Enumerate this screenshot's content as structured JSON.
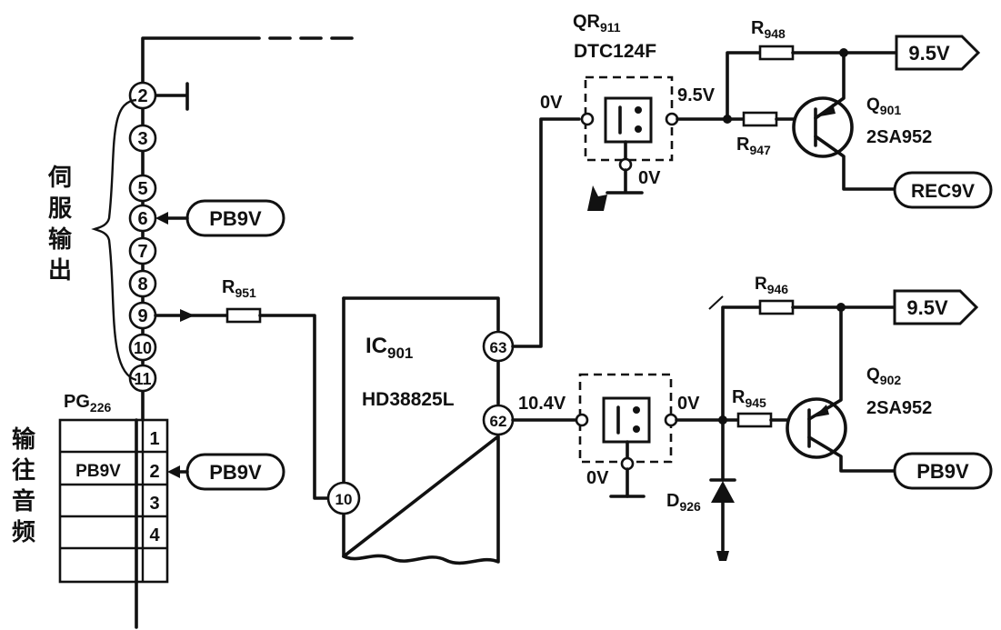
{
  "side_labels": {
    "servo_output": [
      "伺",
      "服",
      "输",
      "出"
    ],
    "audio_input": [
      "输",
      "往",
      "音",
      "频"
    ]
  },
  "connector": {
    "pins": [
      "2",
      "3",
      "5",
      "6",
      "7",
      "8",
      "9",
      "10",
      "11"
    ],
    "pg_name": "PG",
    "pg_sub": "226",
    "rows": [
      {
        "label": "",
        "num": "1"
      },
      {
        "label": "PB9V",
        "num": "2"
      },
      {
        "label": "",
        "num": "3"
      },
      {
        "label": "",
        "num": "4"
      }
    ]
  },
  "ic": {
    "name": "IC",
    "sub": "901",
    "part": "HD38825L",
    "pins": {
      "p63": "63",
      "p62": "62",
      "p10": "10"
    }
  },
  "flags": {
    "pb9v_pin6": "PB9V",
    "pb9v_pg": "PB9V",
    "v95_top": "9.5V",
    "rec9v": "REC9V",
    "v95_bottom": "9.5V",
    "pb9v_bottom": "PB9V"
  },
  "resistors": {
    "r951": {
      "name": "R",
      "sub": "951"
    },
    "r948_top": {
      "name": "R",
      "sub": "948"
    },
    "r947": {
      "name": "R",
      "sub": "947"
    },
    "r946": {
      "name": "R",
      "sub": "946"
    },
    "r945": {
      "name": "R",
      "sub": "945"
    }
  },
  "transistors": {
    "qr911": {
      "name": "QR",
      "sub": "911",
      "part": "DTC124F"
    },
    "q901": {
      "name": "Q",
      "sub": "901",
      "part": "2SA952"
    },
    "q902": {
      "name": "Q",
      "sub": "902",
      "part": "2SA952"
    }
  },
  "diode": {
    "name": "D",
    "sub": "926"
  },
  "voltages": {
    "qr911_in": "0V",
    "qr911_out": "9.5V",
    "qr911_gnd": "0V",
    "ic62_out": "10.4V",
    "lower_out": "0V",
    "lower_gnd": "0V"
  }
}
